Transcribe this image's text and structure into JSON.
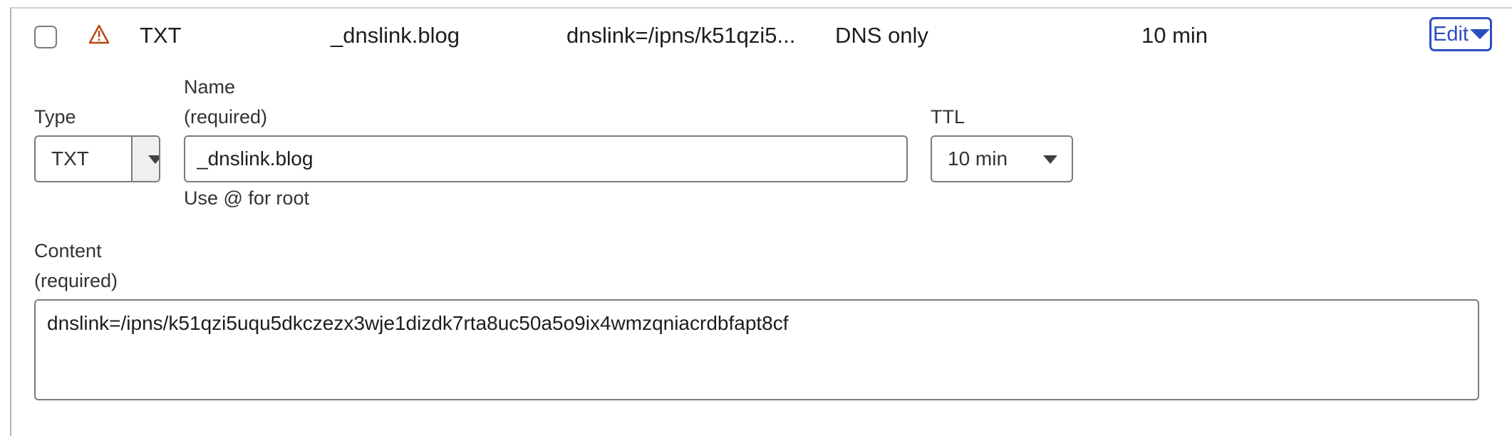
{
  "record": {
    "type": "TXT",
    "name": "_dnslink.blog",
    "content": "dnslink=/ipns/k51qzi5...",
    "proxy_status": "DNS only",
    "ttl": "10 min",
    "edit_label": "Edit",
    "warning_icon": "warning-triangle-icon"
  },
  "form": {
    "type_label": "Type",
    "type_value": "TXT",
    "name_label": "Name",
    "name_required": "(required)",
    "name_value": "_dnslink.blog",
    "name_hint": "Use @ for root",
    "ttl_label": "TTL",
    "ttl_value": "10 min",
    "content_label": "Content",
    "content_required": "(required)",
    "content_value": "dnslink=/ipns/k51qzi5uqu5dkczezx3wje1dizdk7rta8uc50a5o9ix4wmzqniacrdbfapt8cf"
  },
  "colors": {
    "accent": "#2c4fc0",
    "warning": "#b5440c",
    "border": "#7b7b7b"
  }
}
